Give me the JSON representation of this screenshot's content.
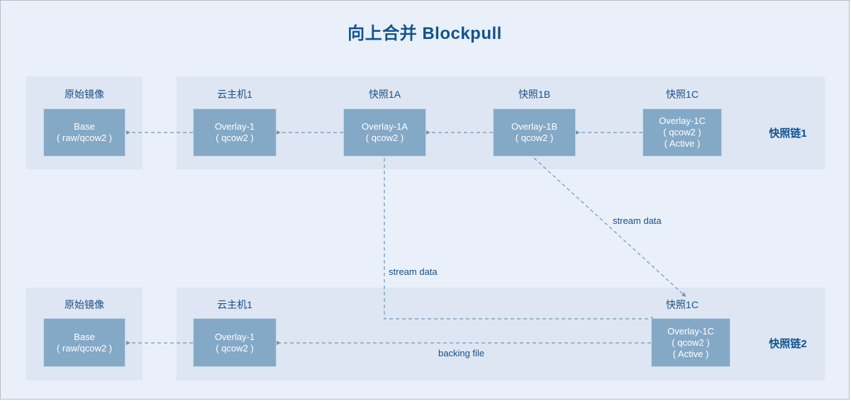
{
  "title": "向上合并 Blockpull",
  "colors": {
    "canvas_bg": "#e9f0f9",
    "panel_bg": "#dde6f2",
    "node_fill": "#84a9c6",
    "node_text": "#ffffff",
    "accent_text": "#12538f",
    "caption_text": "#1a4f86",
    "edge": "#6f96b8",
    "border": "#b9bcc2"
  },
  "chains": [
    {
      "id": "chain-1",
      "label": "快照链1",
      "nodes": [
        {
          "caption": "原始镜像",
          "lines": [
            "Base",
            "( raw/qcow2 )"
          ]
        },
        {
          "caption": "云主机1",
          "lines": [
            "Overlay-1",
            "( qcow2 )"
          ]
        },
        {
          "caption": "快照1A",
          "lines": [
            "Overlay-1A",
            "( qcow2 )"
          ]
        },
        {
          "caption": "快照1B",
          "lines": [
            "Overlay-1B",
            "( qcow2 )"
          ]
        },
        {
          "caption": "快照1C",
          "lines": [
            "Overlay-1C",
            "( qcow2 )",
            "( Active )"
          ]
        }
      ]
    },
    {
      "id": "chain-2",
      "label": "快照链2",
      "nodes": [
        {
          "caption": "原始镜像",
          "lines": [
            "Base",
            "( raw/qcow2 )"
          ]
        },
        {
          "caption": "云主机1",
          "lines": [
            "Overlay-1",
            "( qcow2 )"
          ]
        },
        {
          "caption": "快照1C",
          "lines": [
            "Overlay-1C",
            "( qcow2 )",
            "( Active )"
          ]
        }
      ]
    }
  ],
  "edge_labels": {
    "stream_data_diagonal": "stream data",
    "stream_data_vertical": "stream data",
    "backing_file": "backing file"
  }
}
